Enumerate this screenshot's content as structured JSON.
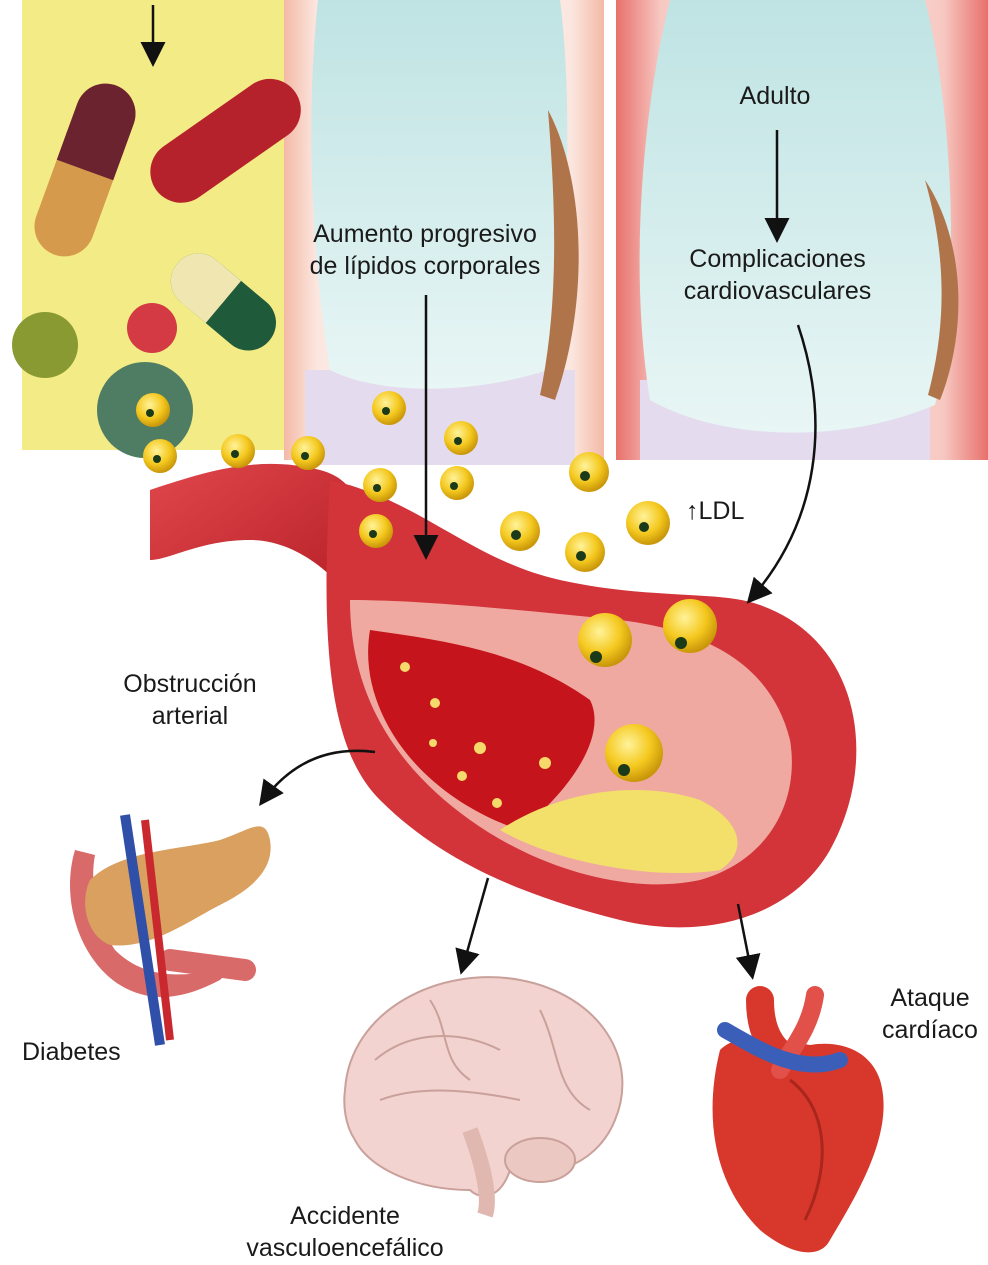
{
  "labels": {
    "top_middle_line1": "Aumento progresivo",
    "top_middle_line2": "de lípidos corporales",
    "adult": "Adulto",
    "complications_line1": "Complicaciones",
    "complications_line2": "cardiovasculares",
    "ldl_arrow": "↑",
    "ldl": "LDL",
    "obstruction_line1": "Obstrucción",
    "obstruction_line2": "arterial",
    "diabetes": "Diabetes",
    "stroke_line1": "Accidente",
    "stroke_line2": "vasculoencefálico",
    "heart_attack_line1": "Ataque",
    "heart_attack_line2": "cardíaco"
  },
  "colors": {
    "panel_yellow": "#f3ec86",
    "panel_pink": "#f5d7cf",
    "panel_red": "#ea6f6a",
    "shirt": "#cfe9e8",
    "artery_red": "#c8282e",
    "lipid_yellow": "#f4c81e",
    "pancreas": "#d9a060",
    "brain": "#f2d3cf",
    "heart": "#d8382c"
  },
  "icons": {
    "pills": "pill-capsules-illustration",
    "torso_child": "abdomen-illustration",
    "torso_adult": "abdomen-illustration",
    "artery": "artery-cross-section",
    "pancreas": "pancreas-illustration",
    "brain": "brain-illustration",
    "heart": "heart-illustration"
  }
}
